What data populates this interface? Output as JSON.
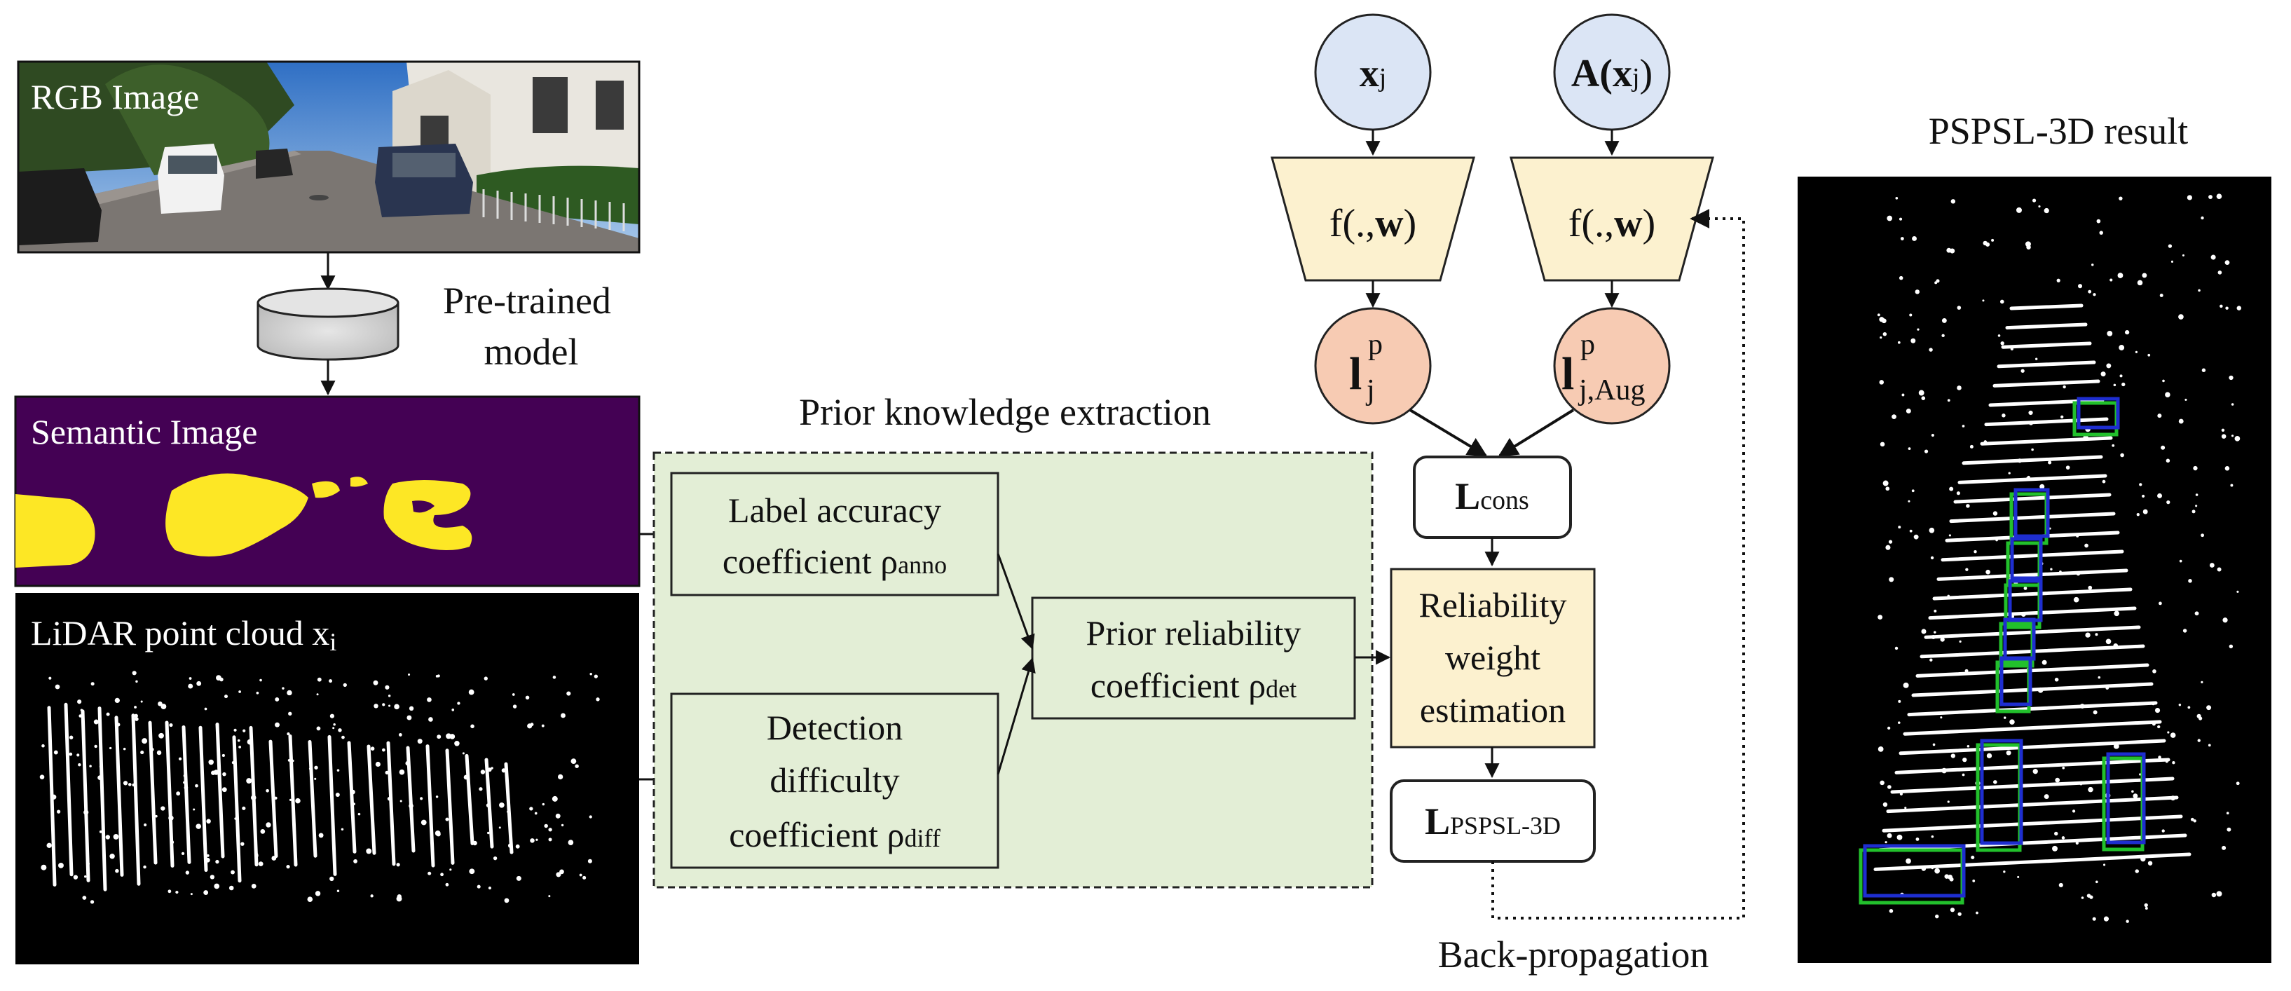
{
  "panels": {
    "rgb_label": "RGB Image",
    "semantic_label": "Semantic Image",
    "lidar_label_main": "LiDAR point cloud x",
    "lidar_label_sub": "i",
    "result_title": "PSPSL-3D result"
  },
  "pretrained": {
    "line1": "Pre-trained",
    "line2": "model"
  },
  "prior": {
    "title": "Prior knowledge extraction",
    "accuracy_line1": "Label accuracy",
    "accuracy_line2": "coefficient ρ",
    "accuracy_sub": "anno",
    "difficulty_line1": "Detection",
    "difficulty_line2": "difficulty",
    "difficulty_line3": "coefficient ρ",
    "difficulty_sub": "diff",
    "reliability_line1": "Prior reliability",
    "reliability_line2": "coefficient ρ",
    "reliability_sub": "det"
  },
  "network": {
    "xj_main": "x",
    "xj_sub": "j",
    "axj_a": "A(",
    "axj_x": "x",
    "axj_sub": "j",
    "axj_close": ")",
    "f_left": "f(.,",
    "f_w": "w",
    "f_right": ")",
    "l_main": "l",
    "l_sup": "p",
    "l_sub": "j",
    "laug_sub": "j,Aug",
    "lcons_main": "L",
    "lcons_sub": "cons",
    "rw_line1": "Reliability",
    "rw_line2": "weight",
    "rw_line3": "estimation",
    "lpspsl_main": "L",
    "lpspsl_sub": "PSPSL-3D",
    "backprop": "Back-propagation"
  },
  "colors": {
    "semantic_bg": "#440154",
    "semantic_blob": "#fde725",
    "green_fill": "#e3eed6",
    "yellow_fill": "#fcf1cf",
    "blue_fill": "#dbe5f5",
    "orange_fill": "#f7cbb3",
    "box_green": "#22c02c",
    "box_blue": "#1e2ed0"
  }
}
